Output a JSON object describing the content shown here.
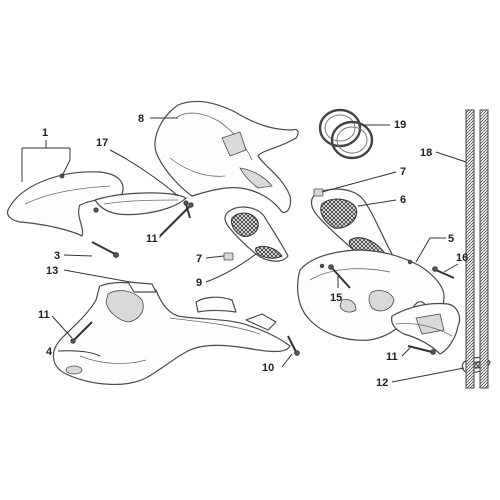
{
  "diagram": {
    "callouts": [
      {
        "id": "c1",
        "label": "1"
      },
      {
        "id": "c3",
        "label": "3"
      },
      {
        "id": "c4",
        "label": "4"
      },
      {
        "id": "c5",
        "label": "5"
      },
      {
        "id": "c6",
        "label": "6"
      },
      {
        "id": "c7a",
        "label": "7"
      },
      {
        "id": "c7b",
        "label": "7"
      },
      {
        "id": "c8",
        "label": "8"
      },
      {
        "id": "c9",
        "label": "9"
      },
      {
        "id": "c10",
        "label": "10"
      },
      {
        "id": "c11a",
        "label": "11"
      },
      {
        "id": "c11b",
        "label": "11"
      },
      {
        "id": "c11c",
        "label": "11"
      },
      {
        "id": "c12",
        "label": "12"
      },
      {
        "id": "c13",
        "label": "13"
      },
      {
        "id": "c15",
        "label": "15"
      },
      {
        "id": "c16",
        "label": "16"
      },
      {
        "id": "c17",
        "label": "17"
      },
      {
        "id": "c18",
        "label": "18"
      },
      {
        "id": "c19",
        "label": "19"
      }
    ]
  }
}
